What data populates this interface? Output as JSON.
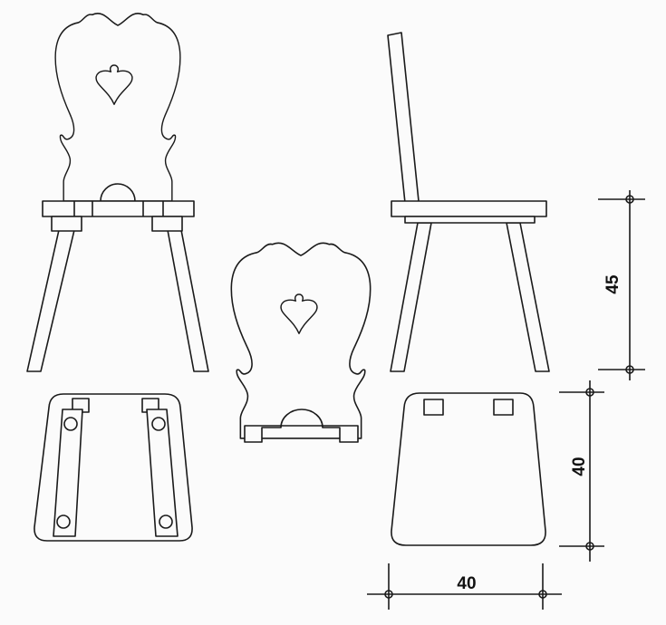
{
  "dimensions": {
    "height_label": "45",
    "depth_label": "40",
    "width_label": "40"
  },
  "colors": {
    "line": "#1a1a1a",
    "background": "#fbfbfb"
  }
}
